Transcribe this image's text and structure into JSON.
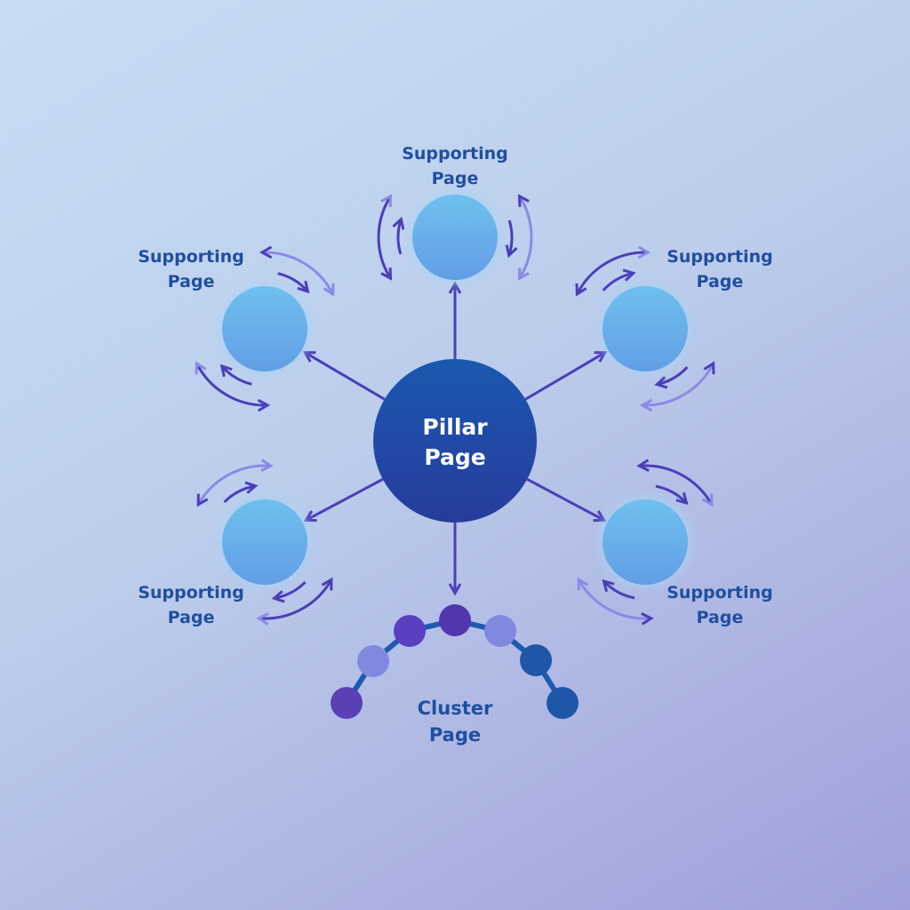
{
  "pillar": {
    "line1": "Pillar",
    "line2": "Page"
  },
  "supporting": [
    {
      "line1": "Supporting",
      "line2": "Page"
    },
    {
      "line1": "Supporting",
      "line2": "Page"
    },
    {
      "line1": "Supporting",
      "line2": "Page"
    },
    {
      "line1": "Supporting",
      "line2": "Page"
    },
    {
      "line1": "Supporting",
      "line2": "Page"
    }
  ],
  "cluster": {
    "line1": "Cluster",
    "line2": "Page"
  },
  "colors": {
    "pillar": "#1c4ea6",
    "supporting": "#6aaee8",
    "arrow": "#4a3fb8",
    "arrow_light": "#8a8ae6",
    "cluster_line": "#1e5ab0"
  },
  "cluster_dots": [
    "#5a3fb5",
    "#8088e0",
    "#5840c0",
    "#5236b0",
    "#8088e0",
    "#1e56a8",
    "#1e56a8"
  ]
}
